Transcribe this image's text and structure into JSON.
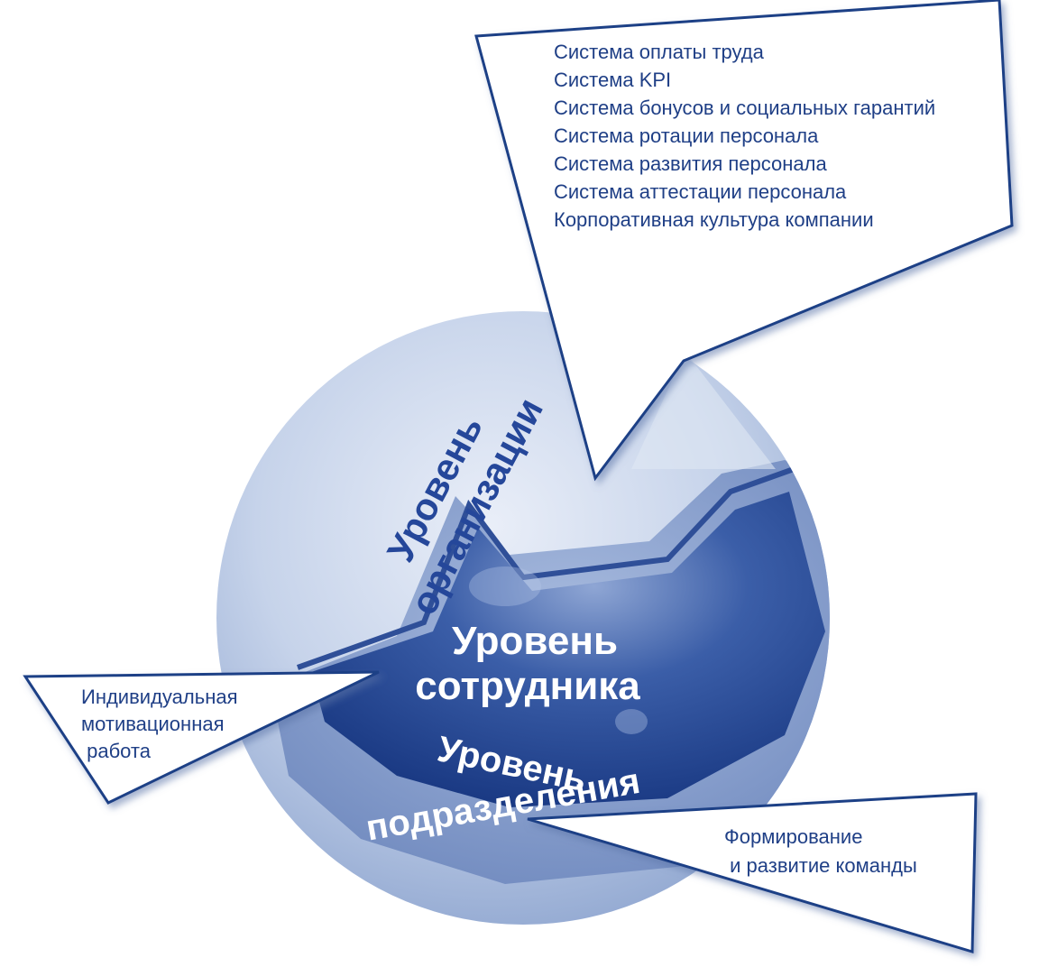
{
  "levels": {
    "organization": {
      "line1": "Уровень",
      "line2": "организации"
    },
    "employee": {
      "line1": "Уровень",
      "line2": "сотрудника"
    },
    "department": {
      "line1": "Уровень",
      "line2": "подразделения"
    }
  },
  "callouts": {
    "organization": {
      "items": [
        "Система оплаты труда",
        "Система KPI",
        "Система бонусов и социальных гарантий",
        "Система ротации персонала",
        "Система развития персонала",
        "Система аттестации персонала",
        "Корпоративная культура компании"
      ]
    },
    "employee": {
      "lines": [
        "Индивидуальная",
        "мотивационная",
        " работа"
      ]
    },
    "department": {
      "lines": [
        "Формирование",
        " и развитие команды"
      ]
    }
  },
  "colors": {
    "outer_sphere": "#c9d6ea",
    "mid_sphere": "#7f98c8",
    "inner_sphere": "#1e3f8d",
    "text_dark": "#1f3f86",
    "text_light": "#ffffff",
    "callout_border": "#1f3f86"
  }
}
